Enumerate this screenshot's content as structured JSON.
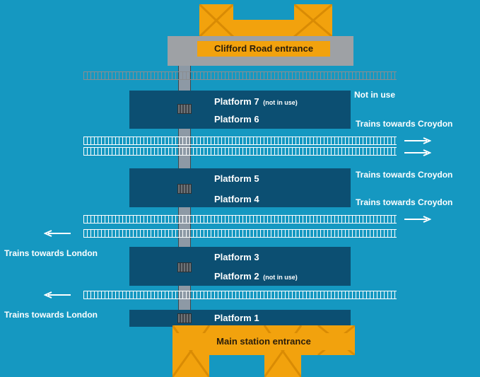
{
  "entrances": {
    "top": "Clifford Road entrance",
    "bottom": "Main station entrance"
  },
  "platforms": {
    "p7": {
      "name": "Platform 7",
      "note": "(not in use)"
    },
    "p6": {
      "name": "Platform 6"
    },
    "p5": {
      "name": "Platform 5"
    },
    "p4": {
      "name": "Platform 4"
    },
    "p3": {
      "name": "Platform 3"
    },
    "p2": {
      "name": "Platform 2",
      "note": "(not in use)"
    },
    "p1": {
      "name": "Platform 1"
    }
  },
  "side_labels": {
    "not_in_use": "Not in use",
    "towards_croydon": "Trains towards Croydon",
    "towards_london": "Trains towards London"
  },
  "colors": {
    "background": "#1598c1",
    "platform": "#0c4f72",
    "entrance": "#f2a20d",
    "walkway": "#8d99a5"
  },
  "icons": {
    "stairs": "stairs-icon",
    "arrow_right": "arrow-right-icon",
    "arrow_left": "arrow-left-icon"
  }
}
